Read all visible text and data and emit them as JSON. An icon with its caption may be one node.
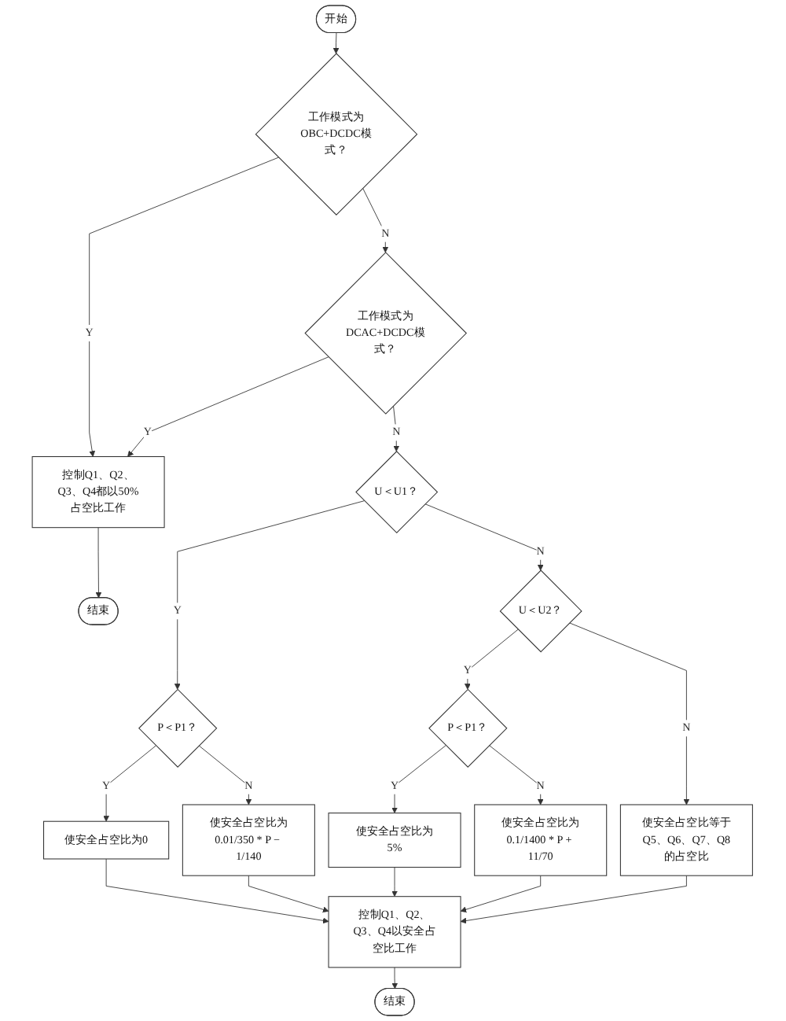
{
  "diagram": {
    "nodes": [
      {
        "text": [
          "开始"
        ]
      },
      {
        "text": [
          "工作模式为OBC+DCDC模式？"
        ]
      },
      {
        "text": [
          "工作模式为DCAC+DCDC模式？"
        ]
      },
      {
        "text": [
          "控制Q1、Q2、Q3、Q4都以50%占空比工作"
        ]
      },
      {
        "text": [
          "结束"
        ]
      },
      {
        "text": [
          "U＜U1？"
        ]
      },
      {
        "text": [
          "U＜U2？"
        ]
      },
      {
        "text": [
          "P＜P1？"
        ]
      },
      {
        "text": [
          "P＜P1？"
        ]
      },
      {
        "text": [
          "使安全占空比为0"
        ]
      },
      {
        "text": [
          "使安全占空比为",
          "0.01/350 * P − 1/140"
        ]
      },
      {
        "text": [
          "使安全占空比为5%"
        ]
      },
      {
        "text": [
          "使安全占空比为",
          "0.1/1400 * P + 11/70"
        ]
      },
      {
        "text": [
          "使安全占空比等于Q5、Q6、Q7、Q8的占空比"
        ]
      },
      {
        "text": [
          "控制Q1、Q2、Q3、Q4以安全占空比工作"
        ]
      },
      {
        "text": [
          "结束"
        ]
      }
    ],
    "edges": [
      {
        "from": 0,
        "to": 1,
        "arrow": "to"
      },
      {
        "from": 1,
        "to": 3,
        "arrow": "to",
        "label": "Y"
      },
      {
        "from": 1,
        "to": 2,
        "arrow": "to",
        "label": "N"
      },
      {
        "from": 2,
        "to": 3,
        "arrow": "to",
        "label": "Y"
      },
      {
        "from": 3,
        "to": 4,
        "arrow": "to"
      },
      {
        "from": 2,
        "to": 5,
        "arrow": "to",
        "label": "N"
      },
      {
        "from": 5,
        "to": 6,
        "arrow": "to",
        "label": "N"
      },
      {
        "from": 5,
        "to": 7,
        "arrow": "to",
        "label": "Y"
      },
      {
        "from": 6,
        "to": 8,
        "arrow": "to",
        "label": "Y"
      },
      {
        "from": 6,
        "to": 13,
        "arrow": "to",
        "label": "N"
      },
      {
        "from": 7,
        "to": 9,
        "arrow": "to",
        "label": "Y"
      },
      {
        "from": 7,
        "to": 10,
        "arrow": "to",
        "label": "N"
      },
      {
        "from": 8,
        "to": 11,
        "arrow": "to",
        "label": "Y"
      },
      {
        "from": 8,
        "to": 12,
        "arrow": "to",
        "label": "N"
      },
      {
        "from": 9,
        "to": 14,
        "arrow": "to"
      },
      {
        "from": 10,
        "to": 14,
        "arrow": "to"
      },
      {
        "from": 11,
        "to": 14,
        "arrow": "to"
      },
      {
        "from": 12,
        "to": 14,
        "arrow": "to"
      },
      {
        "from": 13,
        "to": 14,
        "arrow": "to"
      },
      {
        "from": 14,
        "to": 15,
        "arrow": "to"
      }
    ]
  }
}
